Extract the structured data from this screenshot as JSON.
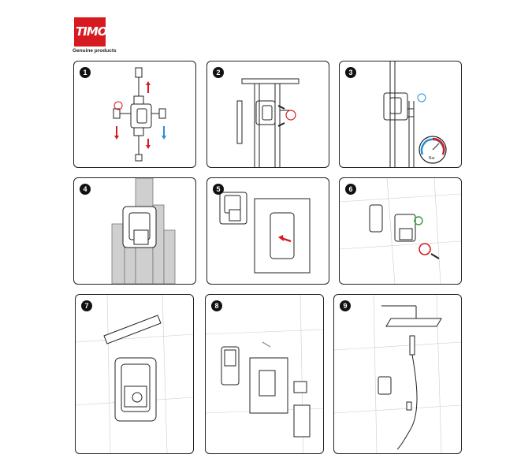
{
  "brand": {
    "logo_text": "TIMO",
    "tagline": "Genuine products",
    "color": "#d71920"
  },
  "steps": [
    {
      "number": "1"
    },
    {
      "number": "2"
    },
    {
      "number": "3"
    },
    {
      "number": "4"
    },
    {
      "number": "5"
    },
    {
      "number": "6"
    },
    {
      "number": "7"
    },
    {
      "number": "8"
    },
    {
      "number": "9"
    }
  ],
  "gauge": {
    "unit": "Bar"
  },
  "colors": {
    "hot": "#d71920",
    "cold": "#2a8fd6",
    "ok": "#2e9e3c",
    "line": "#222222",
    "wall": "#bdbdbd"
  }
}
